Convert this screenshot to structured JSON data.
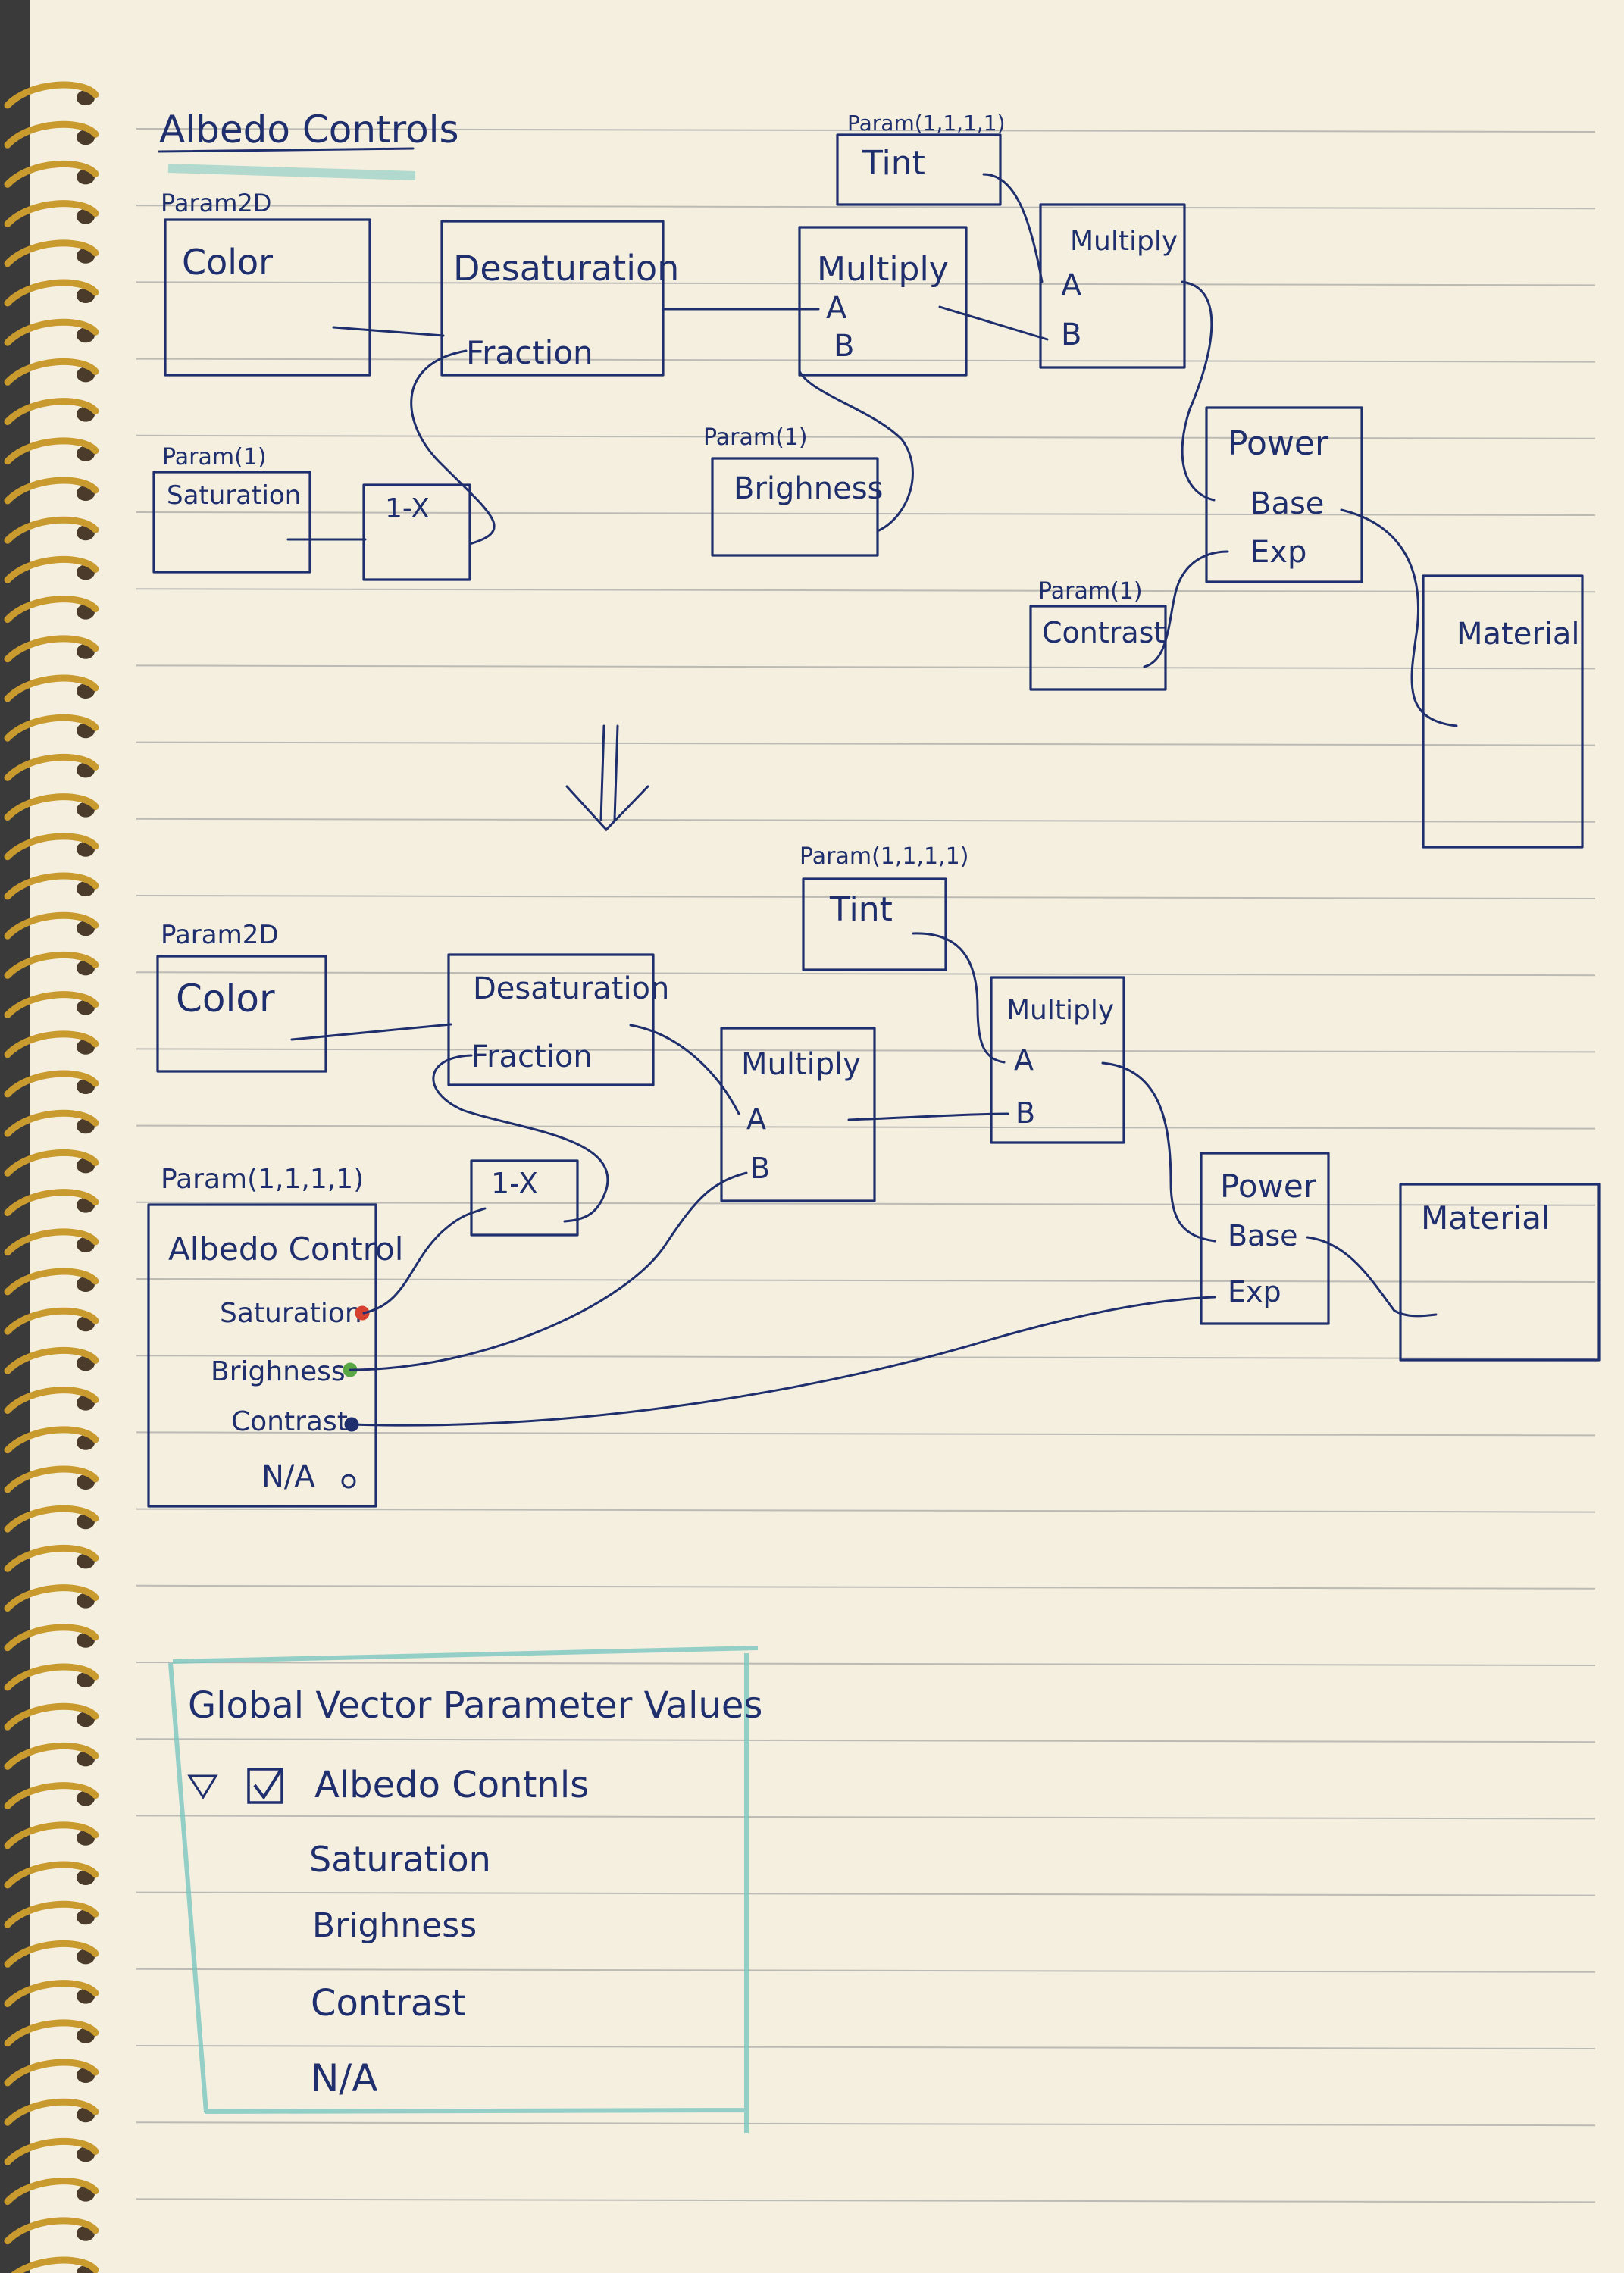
{
  "title": "Albedo Controls",
  "top_graph": {
    "tint": {
      "tag": "Param(1,1,1,1)",
      "label": "Tint"
    },
    "color": {
      "tag": "Param2D",
      "label": "Color"
    },
    "desaturation": {
      "title": "Desaturation",
      "input_fraction": "Fraction"
    },
    "saturation": {
      "tag": "Param(1)",
      "label": "Saturation"
    },
    "one_minus_x": {
      "label": "1-X"
    },
    "multiply_1": {
      "title": "Multiply",
      "input_a": "A",
      "input_b": "B"
    },
    "brightness": {
      "tag": "Param(1)",
      "label": "Brighness"
    },
    "multiply_2": {
      "title": "Multiply",
      "input_a": "A",
      "input_b": "B"
    },
    "power": {
      "title": "Power",
      "input_base": "Base",
      "input_exp": "Exp"
    },
    "contrast": {
      "tag": "Param(1)",
      "label": "Contrast"
    },
    "material": {
      "label": "Material"
    }
  },
  "bottom_graph": {
    "tint": {
      "tag": "Param(1,1,1,1)",
      "label": "Tint"
    },
    "color": {
      "tag": "Param2D",
      "label": "Color"
    },
    "desaturation": {
      "title": "Desaturation",
      "input_fraction": "Fraction"
    },
    "one_minus_x": {
      "label": "1-X"
    },
    "multiply_1": {
      "title": "Multiply",
      "input_a": "A",
      "input_b": "B"
    },
    "multiply_2": {
      "title": "Multiply",
      "input_a": "A",
      "input_b": "B"
    },
    "power": {
      "title": "Power",
      "input_base": "Base",
      "input_exp": "Exp"
    },
    "material": {
      "label": "Material"
    },
    "albedo_control": {
      "tag": "Param(1,1,1,1)",
      "title": "Albedo Control",
      "channels": [
        {
          "label": "Saturation",
          "pin_color": "#d6402f"
        },
        {
          "label": "Brighness",
          "pin_color": "#5aa845"
        },
        {
          "label": "Contrast",
          "pin_color": "#1f2f6e"
        },
        {
          "label": "N/A",
          "pin_color": "none"
        }
      ]
    }
  },
  "panel": {
    "title": "Global Vector Parameter Values",
    "group_label": "Albedo Contnls",
    "items": [
      "Saturation",
      "Brighness",
      "Contrast",
      "N/A"
    ]
  },
  "colors": {
    "ink": "#1f2f6e",
    "paper": "#f4efdf",
    "rule": "#8e8f92",
    "highlighter": "#7cc7c0",
    "spiral": "#c99a2e"
  }
}
